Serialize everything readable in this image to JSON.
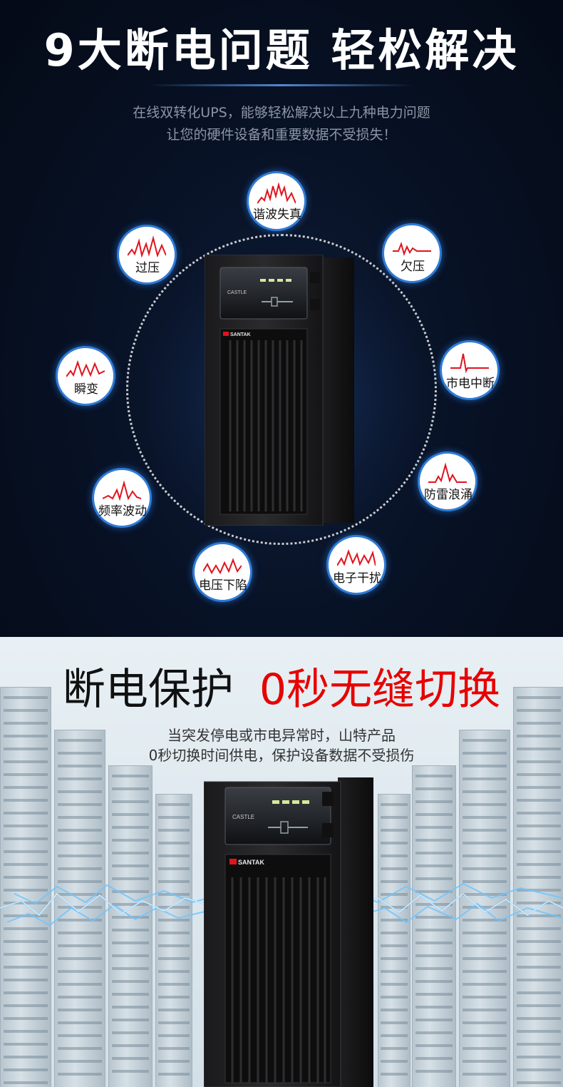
{
  "section1": {
    "title": "9大断电问题 轻松解决",
    "subtitle_line1": "在线双转化UPS，能够轻松解决以上九种电力问题",
    "subtitle_line2": "让您的硬件设备和重要数据不受损失！",
    "problems": [
      {
        "label": "谐波失真"
      },
      {
        "label": "欠压"
      },
      {
        "label": "市电中断"
      },
      {
        "label": "防雷浪涌"
      },
      {
        "label": "电子干扰"
      },
      {
        "label": "电压下陷"
      },
      {
        "label": "频率波动"
      },
      {
        "label": "瞬变"
      },
      {
        "label": "过压"
      }
    ],
    "ups_brand": "SANTAK",
    "ups_model": "CASTLE"
  },
  "section2": {
    "title_black": "断电保护",
    "title_red": "0秒无缝切换",
    "subtitle_line1": "当突发停电或市电异常时，山特产品",
    "subtitle_line2": "0秒切换时间供电，保护设备数据不受损伤",
    "ups_brand": "SANTAK",
    "ups_model": "CASTLE"
  },
  "colors": {
    "accent_blue": "#2f7bd6",
    "wave_red": "#e0141e",
    "title_red": "#e60000",
    "dark_bg": "#081226"
  }
}
